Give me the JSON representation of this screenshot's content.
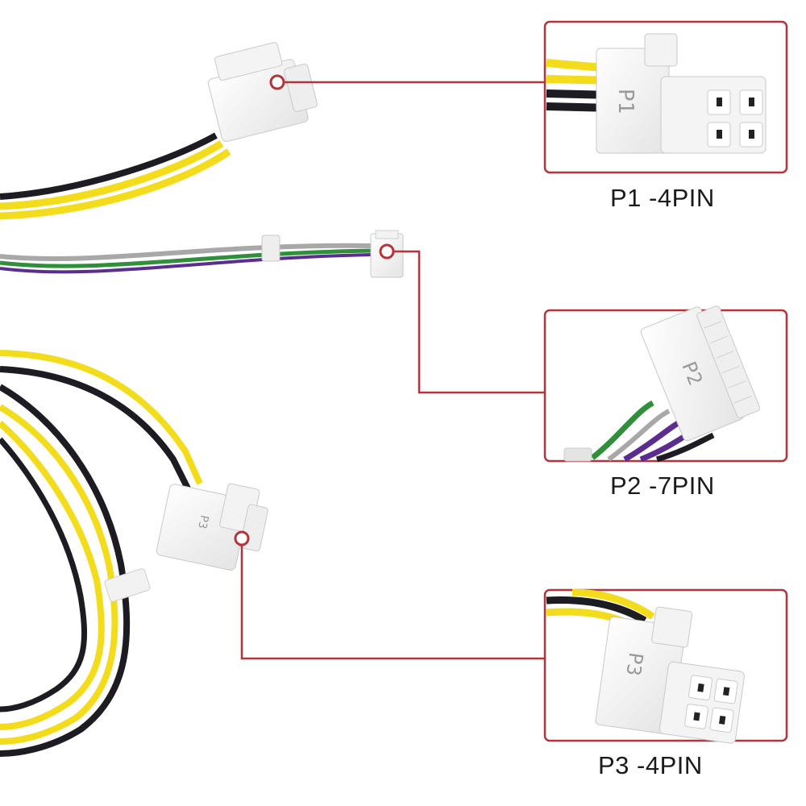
{
  "colors": {
    "callout": "#b5343a",
    "wire_yellow": "#f2dc1c",
    "wire_black": "#1c1c22",
    "wire_grey": "#a8a8a8",
    "wire_green": "#2f8f3a",
    "wire_purple": "#5b2d8e",
    "connector": "#f6f6f6"
  },
  "connectors": [
    {
      "id": "p1",
      "caption": "P1 -4PIN",
      "marking": "P1",
      "pins": 4
    },
    {
      "id": "p2",
      "caption": "P2 -7PIN",
      "marking": "P2",
      "pins": 7
    },
    {
      "id": "p3",
      "caption": "P3 -4PIN",
      "marking": "P3",
      "pins": 4
    }
  ]
}
